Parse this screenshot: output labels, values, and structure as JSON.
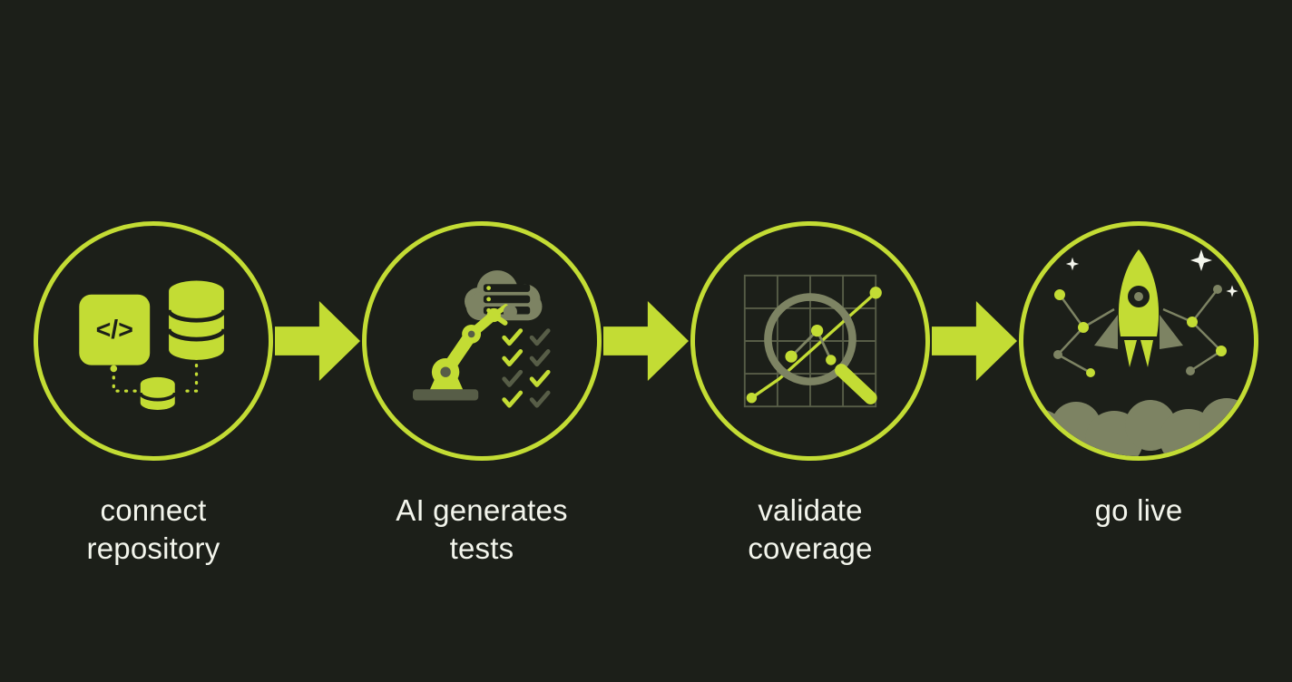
{
  "colors": {
    "bg": "#1c1f19",
    "accent": "#c3dc34",
    "muted": "#7d8363",
    "muted2": "#575d47",
    "text": "#f3f5ec"
  },
  "glyphs": {
    "code": "</>"
  },
  "steps": [
    {
      "id": "connect-repository",
      "label": "connect repository",
      "icon": "code-and-databases-icon"
    },
    {
      "id": "ai-generates-tests",
      "label": "AI generates tests",
      "icon": "robot-arm-checklist-icon"
    },
    {
      "id": "validate-coverage",
      "label": "validate coverage",
      "icon": "magnifier-grid-chart-icon"
    },
    {
      "id": "go-live",
      "label": "go live",
      "icon": "rocket-launch-icon"
    }
  ]
}
